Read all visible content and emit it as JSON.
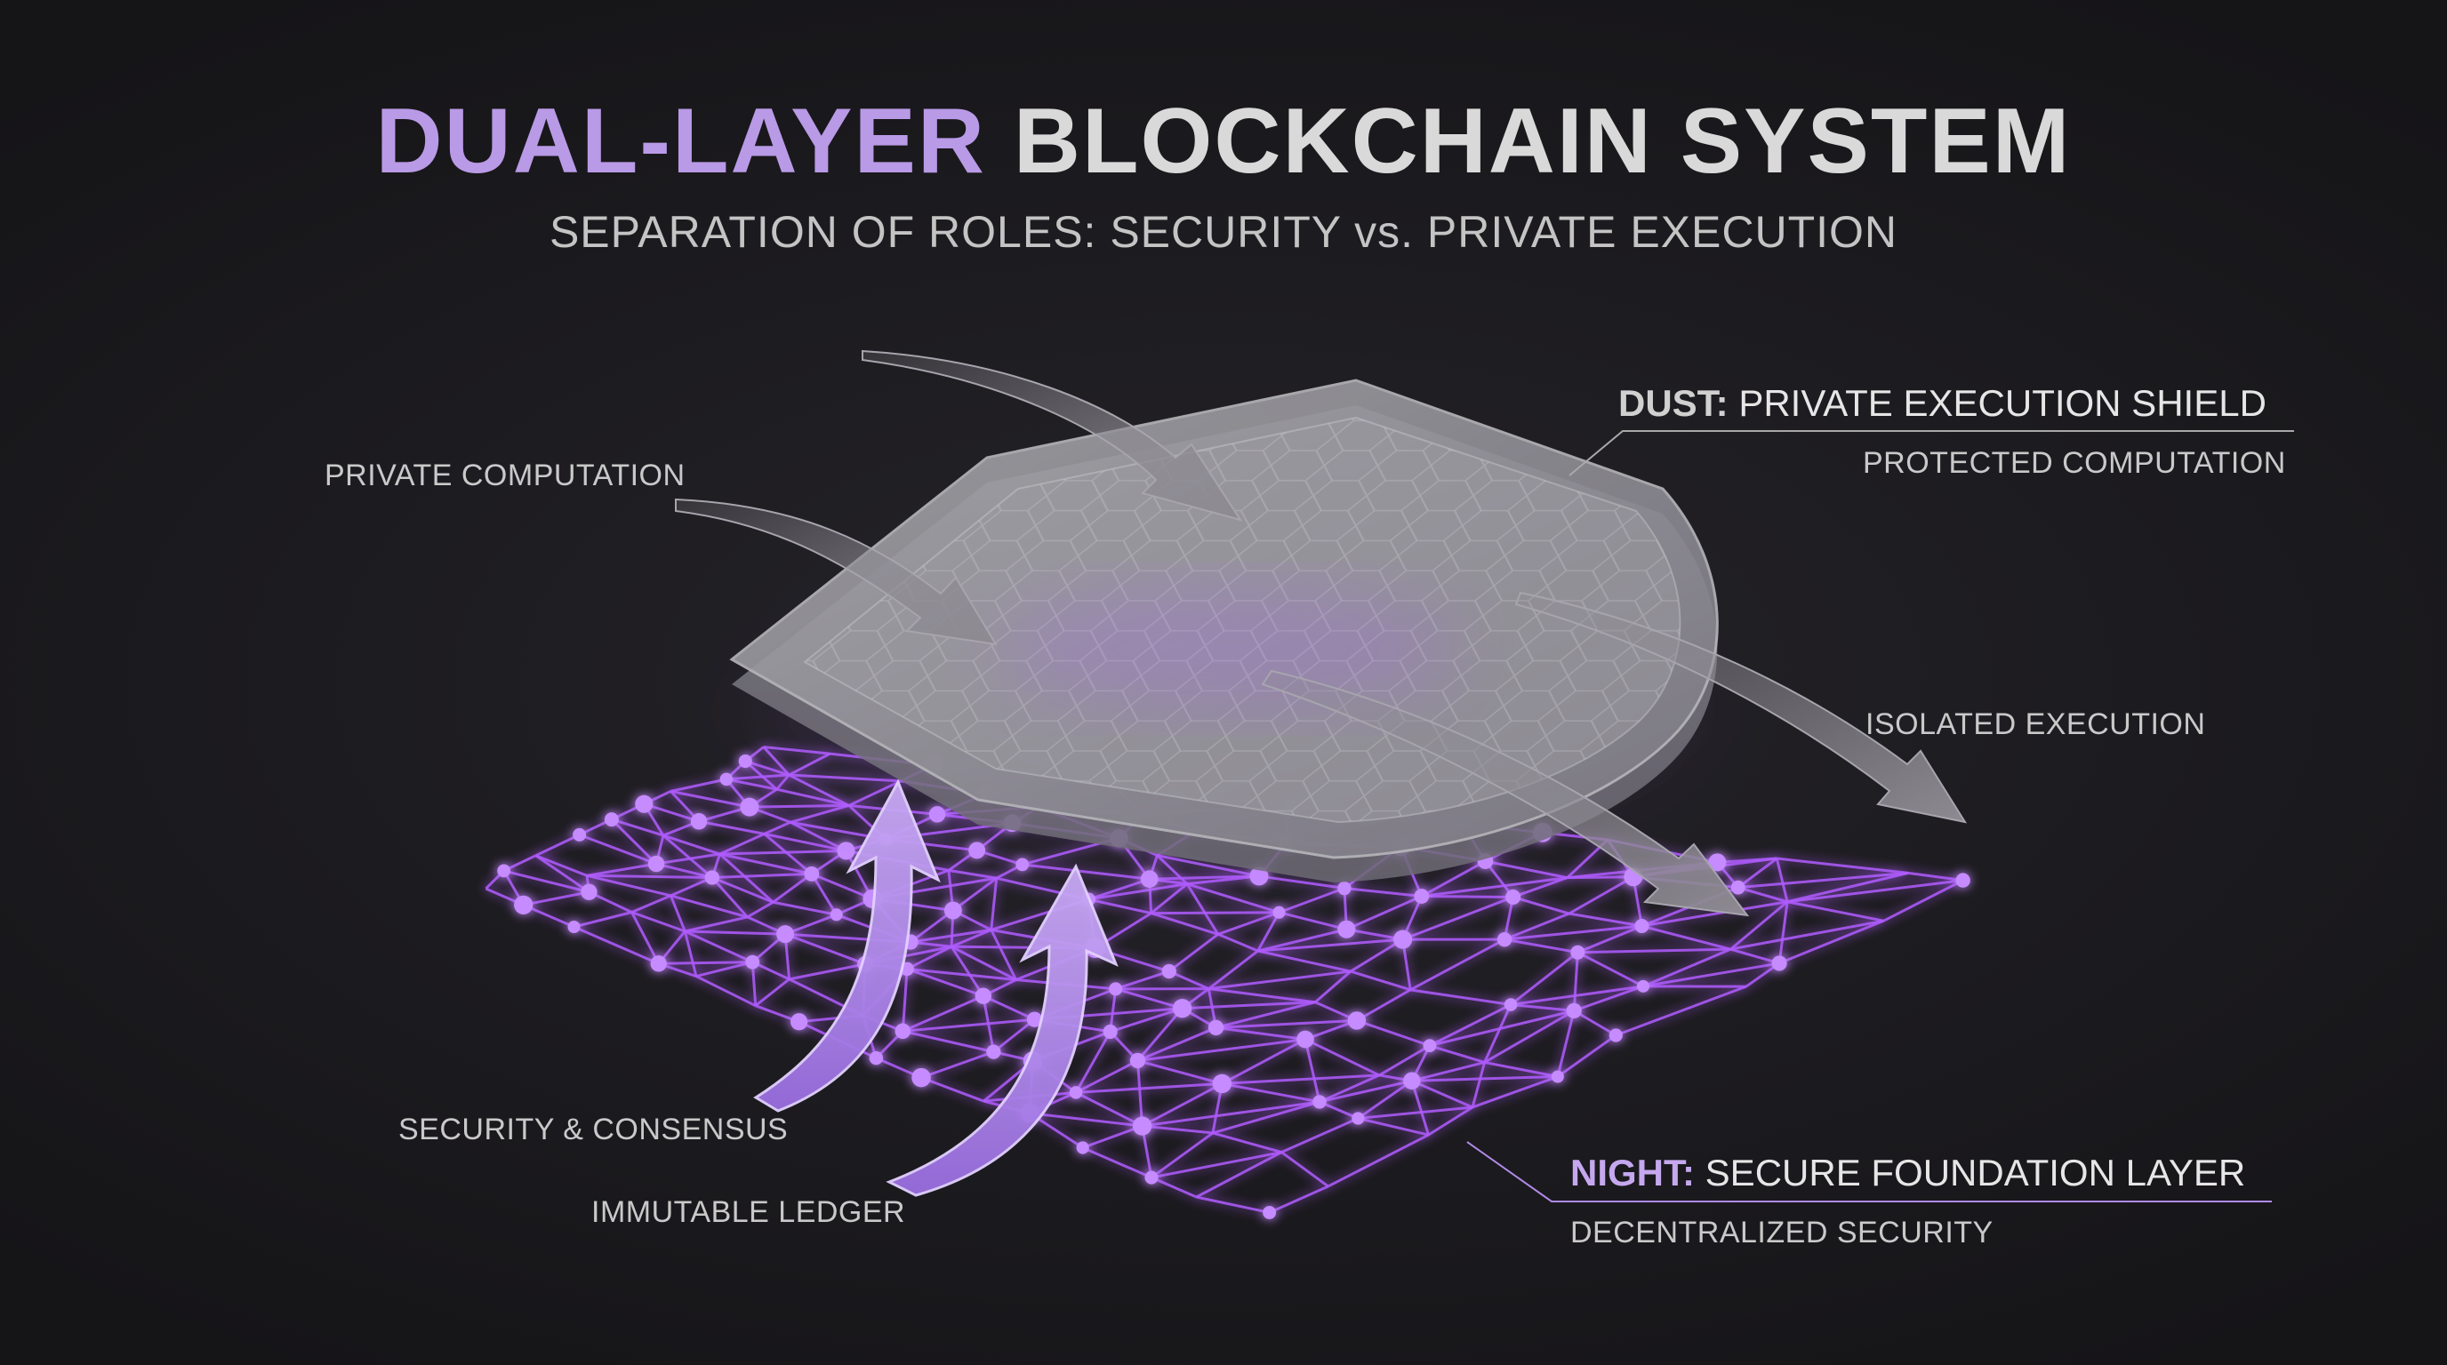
{
  "title": {
    "accent": "DUAL-LAYER",
    "rest": " BLOCKCHAIN SYSTEM"
  },
  "subtitle": "SEPARATION OF ROLES: SECURITY vs. PRIVATE EXECUTION",
  "labels": {
    "private_computation": "PRIVATE COMPUTATION",
    "isolated_execution": "ISOLATED EXECUTION",
    "security_consensus": "SECURITY & CONSENSUS",
    "immutable_ledger": "IMMUTABLE LEDGER"
  },
  "dust": {
    "key": "DUST:",
    "title": " PRIVATE EXECUTION SHIELD",
    "subtitle": "PROTECTED COMPUTATION"
  },
  "night": {
    "key": "NIGHT:",
    "title": " SECURE FOUNDATION LAYER",
    "subtitle": "DECENTRALIZED SECURITY"
  },
  "colors": {
    "accent": "#b99ae6",
    "network": "#b05cff",
    "shield": "#9a9a9f",
    "background": "#1c1b1f"
  }
}
